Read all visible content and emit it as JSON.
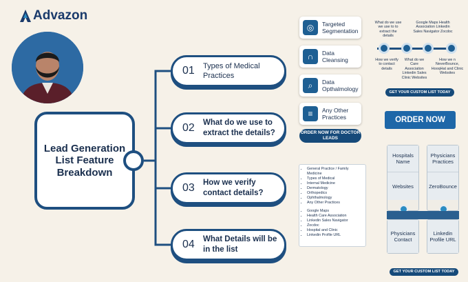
{
  "brand": {
    "name": "Advazon"
  },
  "main": {
    "title": "Lead Generation List Feature Breakdown"
  },
  "steps": [
    {
      "num": "01",
      "text": "Types of Medical Practices"
    },
    {
      "num": "02",
      "text": "What do we use to extract the details?"
    },
    {
      "num": "03",
      "text": "How we verify contact details?"
    },
    {
      "num": "04",
      "text": "What Details will be in the list"
    }
  ],
  "services": [
    {
      "label": "Targeted Segmentation",
      "icon": "target-icon"
    },
    {
      "label": "Data Cleansing",
      "icon": "magnet-icon"
    },
    {
      "label": "Data Opthalmology",
      "icon": "magnifier-icon"
    },
    {
      "label": "Any Other Practices",
      "icon": "list-icon"
    }
  ],
  "order_doctor_button": "ORDER NOW FOR DOCTOR LEADS",
  "timeline": {
    "top": [
      "What do we use we use to to extract the details",
      "Google Maps Health Association Linkedin Sales Navigator Zocdoc"
    ],
    "bottom": [
      "How we verify to contact details",
      "What do we Care Association Linkedin Sales Clinic Websites",
      "How we n NeverBounce, HooqHat and Clinic Websites"
    ]
  },
  "custom_list_button_top": "GET YOUR CUSTOM LIST TODAY",
  "order_now_button": "ORDER NOW",
  "grid": {
    "top_row": [
      {
        "top": "Hospitals Name",
        "bottom": "Websites"
      },
      {
        "top": "Physicians Practices",
        "bottom": "ZeroBounce"
      }
    ],
    "bottom_row": [
      {
        "label": "Physicians Contact"
      },
      {
        "label": "Linkedin Profile URL"
      }
    ]
  },
  "custom_list_button_bottom": "GET YOUR CUSTOM LIST TODAY",
  "practice_list": [
    "General Practice / Family Medicine",
    "Types of Medical",
    "Internal Medicine",
    "Dermatology",
    "Orthopedics",
    "Ophthalmology",
    "Any Other Practices"
  ],
  "source_list": [
    "Google Maps",
    "Health Care Association",
    "Linkedin Sales Navigator",
    "Zocdoc",
    "Hospital and Clinic",
    "Linkedin Profile URL"
  ],
  "colors": {
    "navy": "#1e4f80",
    "accent": "#1e67a8",
    "background": "#f6f1e8"
  }
}
